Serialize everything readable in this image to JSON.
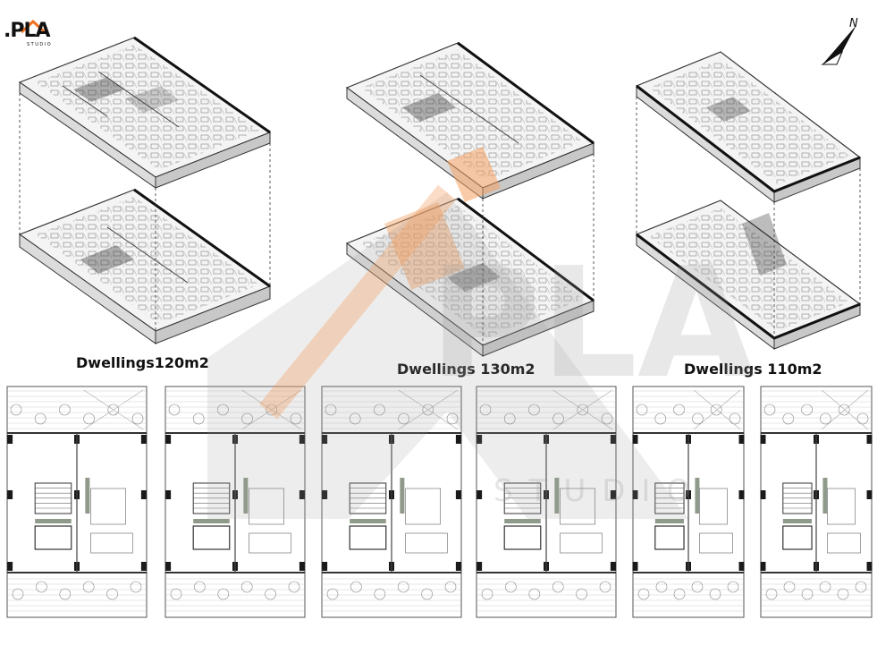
{
  "logo": {
    "mark": ".PLA",
    "sub": "STUDIO"
  },
  "watermark": {
    "mark": "PLA",
    "sub": "STUDIO"
  },
  "north_arrow": {
    "label": "N"
  },
  "dwellings": [
    {
      "title": "Dwellings120m2"
    },
    {
      "title": "Dwellings 130m2"
    },
    {
      "title": "Dwellings 110m2"
    }
  ],
  "colors": {
    "ink": "#111111",
    "line": "#555555",
    "wall": "#1a1a1a",
    "wall_fill": "#8f9a8a",
    "accent": "#f4a060",
    "watermark": "#9a9a9a"
  }
}
